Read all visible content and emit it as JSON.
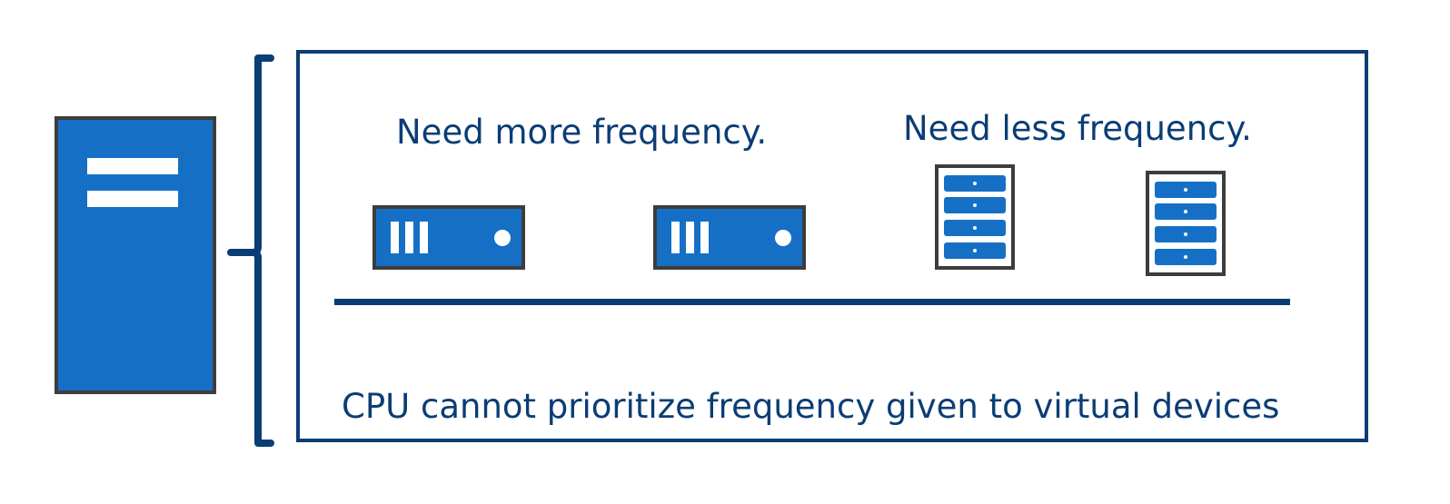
{
  "labels": {
    "need_more": "Need more frequency.",
    "need_less": "Need less frequency.",
    "caption": "CPU cannot prioritize frequency given to virtual devices"
  },
  "icons": {
    "host": "server-tower-icon",
    "high_demand": "server-unit-icon",
    "low_demand": "rack-server-icon"
  },
  "colors": {
    "primary_blue": "#1570c5",
    "navy": "#0b3d75",
    "outline": "#3d3d3d",
    "background": "#ffffff"
  }
}
